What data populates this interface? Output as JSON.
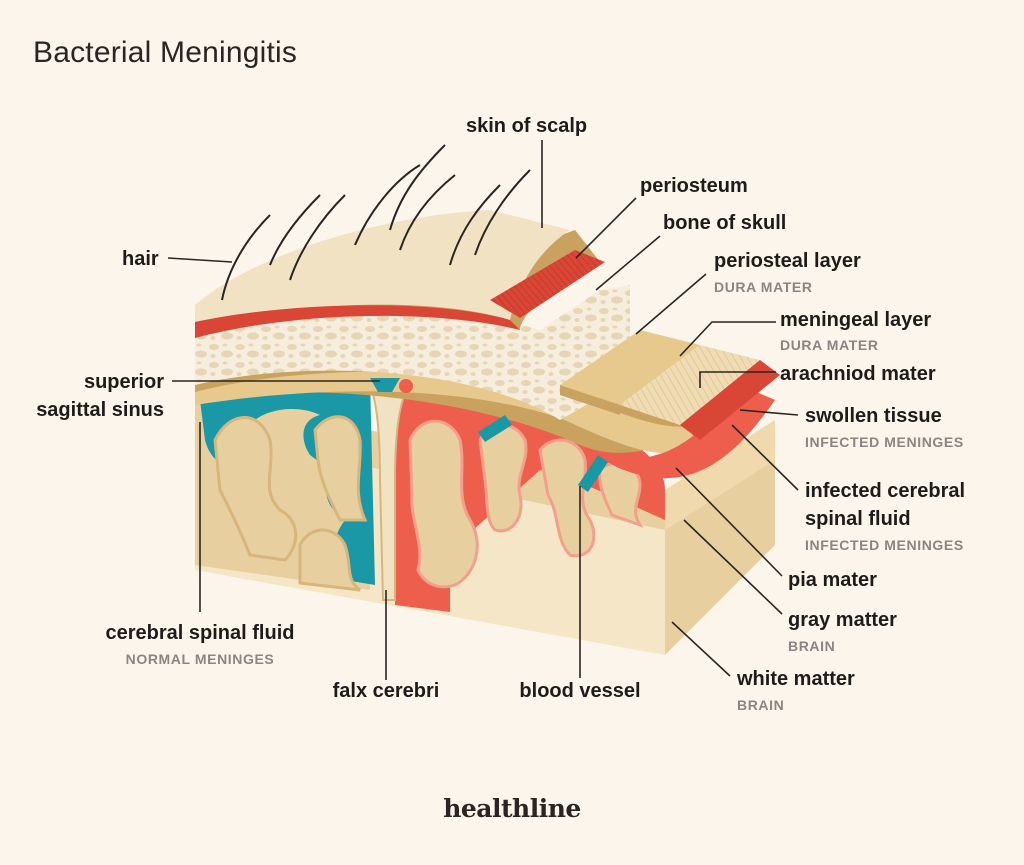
{
  "title": "Bacterial Meningitis",
  "labels": {
    "skin_of_scalp": "skin of scalp",
    "periosteum": "periosteum",
    "bone_of_skull": "bone of skull",
    "periosteal_layer": "periosteal layer",
    "periosteal_layer_sub": "DURA MATER",
    "meningeal_layer": "meningeal layer",
    "meningeal_layer_sub": "DURA MATER",
    "arachnoid_mater": "arachniod mater",
    "swollen_tissue": "swollen tissue",
    "swollen_tissue_sub": "INFECTED MENINGES",
    "infected_csf_line1": "infected cerebral",
    "infected_csf_line2": "spinal fluid",
    "infected_csf_sub": "INFECTED MENINGES",
    "pia_mater": "pia mater",
    "gray_matter": "gray matter",
    "gray_matter_sub": "BRAIN",
    "white_matter": "white matter",
    "white_matter_sub": "BRAIN",
    "hair": "hair",
    "superior_sinus_line1": "superior",
    "superior_sinus_line2": "sagittal sinus",
    "csf": "cerebral spinal fluid",
    "csf_sub": "NORMAL MENINGES",
    "falx_cerebri": "falx cerebri",
    "blood_vessel": "blood vessel"
  },
  "brand": "healthline",
  "colors": {
    "background": "#fcf5ec",
    "scalp": "#f1e2c3",
    "periosteum": "#d94636",
    "bone": "#f4ead8",
    "dura": "#e7c98e",
    "csf_normal": "#1b98a6",
    "infected": "#ee5e4c",
    "gray_matter": "#e8cf9f",
    "white_matter": "#f5e6c8",
    "text": "#1e1c1b",
    "subtext": "#8a8582"
  }
}
